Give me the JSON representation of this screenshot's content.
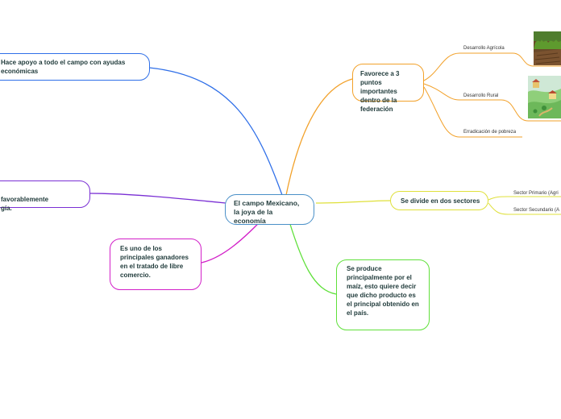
{
  "central": {
    "text": "El campo Mexicano, la joya de la economía"
  },
  "branches": {
    "apoyo": {
      "text": "Hace apoyo a todo el campo con ayudas económicas"
    },
    "favorable": {
      "text": "favorablemente\ngía."
    },
    "ganadores": {
      "text": "Es uno de los principales ganadores en el tratado de libre comercio."
    },
    "favorece": {
      "text": "Favorece a 3 puntos importantes dentro de la federación"
    },
    "divide": {
      "text": "Se divide en dos sectores"
    },
    "produce": {
      "text": "Se produce principalmente por el maíz, esto quiere decir que dicho producto es el principal obtenido en el país."
    }
  },
  "subtopics": {
    "agricola": "Desarrollo Agrícola",
    "rural": "Desarrollo Rural",
    "pobreza": "Erradicación de pobreza",
    "primario": "Sector Primario (Agri",
    "secundario": "Sector Secundario (A"
  },
  "colors": {
    "apoyo": "#2f6fe8",
    "favorable": "#7a2fd4",
    "ganadores": "#d21fc8",
    "central": "#4a90c8",
    "favorece": "#f2a12a",
    "divide": "#dfe03a",
    "produce": "#5fe03a"
  }
}
